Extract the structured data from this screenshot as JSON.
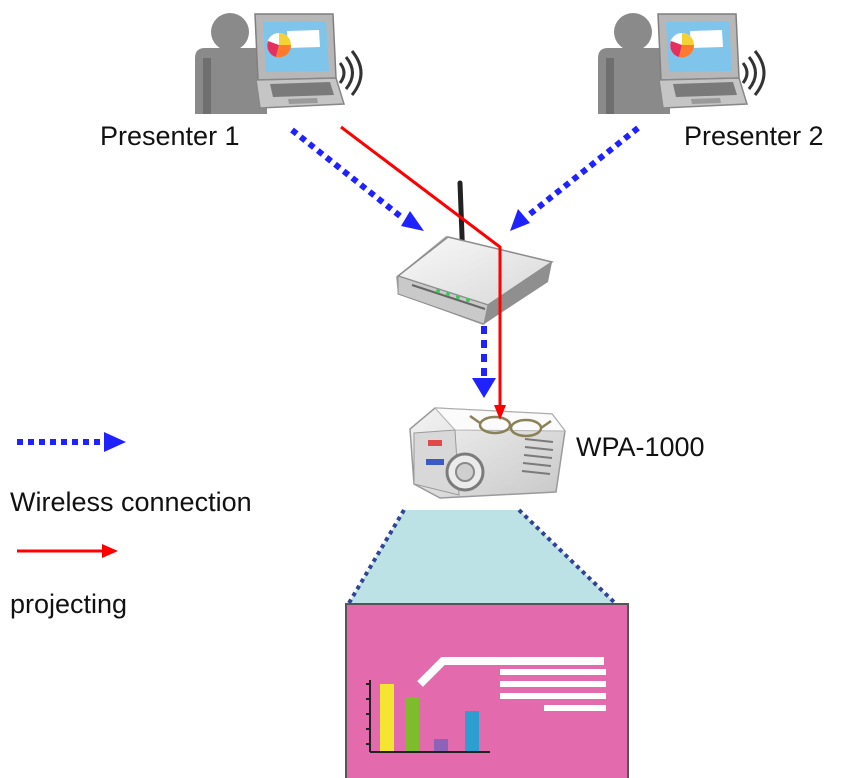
{
  "labels": {
    "presenter_1": "Presenter 1",
    "presenter_2": "Presenter 2",
    "device": "WPA-1000"
  },
  "legend": {
    "wireless": "Wireless connection",
    "projecting": "projecting"
  },
  "colors": {
    "wireless_arrow": "#1f22ff",
    "projecting_arrow": "#ff0000",
    "screen": "#e36aad",
    "projection_beam": "#bde2e6"
  }
}
